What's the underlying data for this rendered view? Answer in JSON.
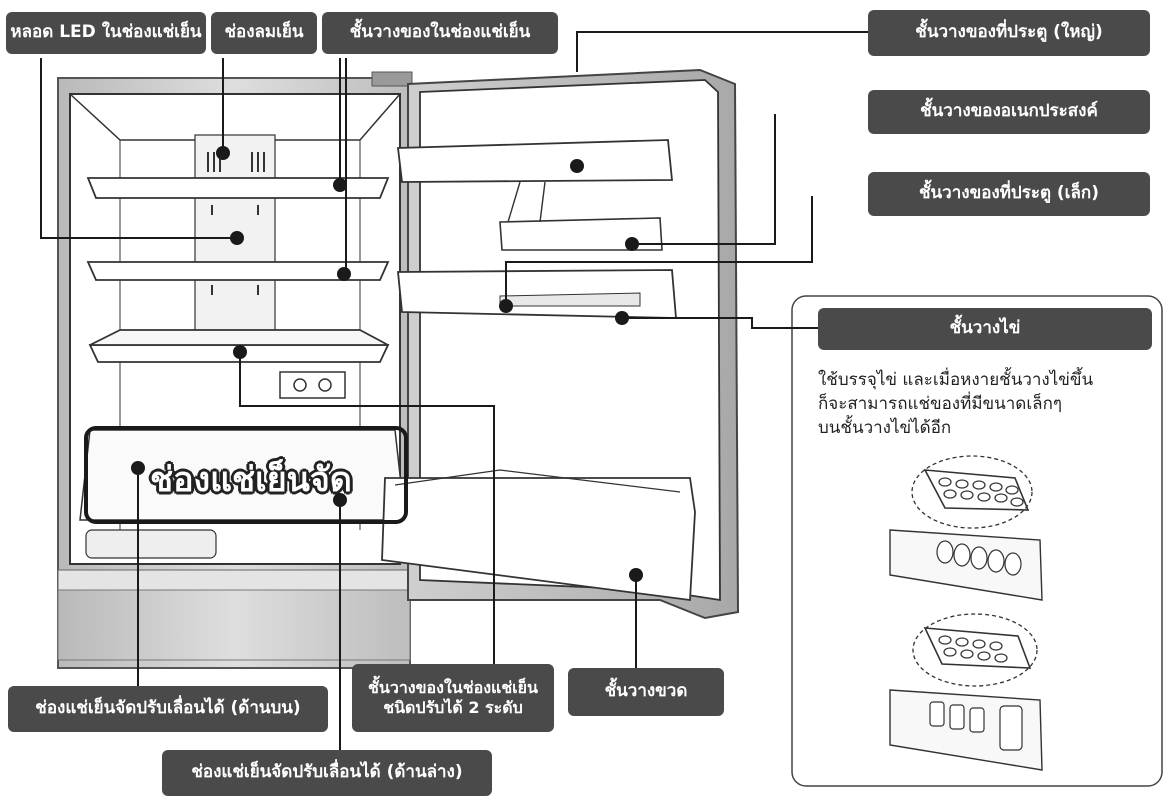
{
  "labels": {
    "led": "หลอด LED ในช่องแช่เย็น",
    "vent": "ช่องลมเย็น",
    "fridge_shelf": "ชั้นวางของในช่องแช่เย็น",
    "door_shelf_large": "ชั้นวางของที่ประตู (ใหญ่)",
    "multi_shelf": "ชั้นวางของอเนกประสงค์",
    "door_shelf_small": "ชั้นวางของที่ประตู (เล็ก)",
    "egg_tray": "ชั้นวางไข่",
    "chilled_room": "ช่องแช่เย็นจัด",
    "chilled_slide_upper": "ช่องแช่เย็นจัดปรับเลื่อนได้ (ด้านบน)",
    "adjustable_shelf_line1": "ชั้นวางของในช่องแช่เย็น",
    "adjustable_shelf_line2": "ชนิดปรับได้ 2 ระดับ",
    "bottle_shelf": "ชั้นวางขวด",
    "chilled_slide_lower": "ช่องแช่เย็นจัดปรับเลื่อนได้ (ด้านล่าง)"
  },
  "egg_description": [
    "ใช้บรรจุไข่ และเมื่อหงายชั้นวางไข่ขึ้น",
    "ก็จะสามารถแช่ของที่มีขนาดเล็กๆ",
    "บนชั้นวางไข่ได้อีก"
  ],
  "colors": {
    "label_bg": "#4a4a4a",
    "label_text": "#ffffff",
    "line": "#222222",
    "cabinet_fill": "#c9c9c9"
  }
}
